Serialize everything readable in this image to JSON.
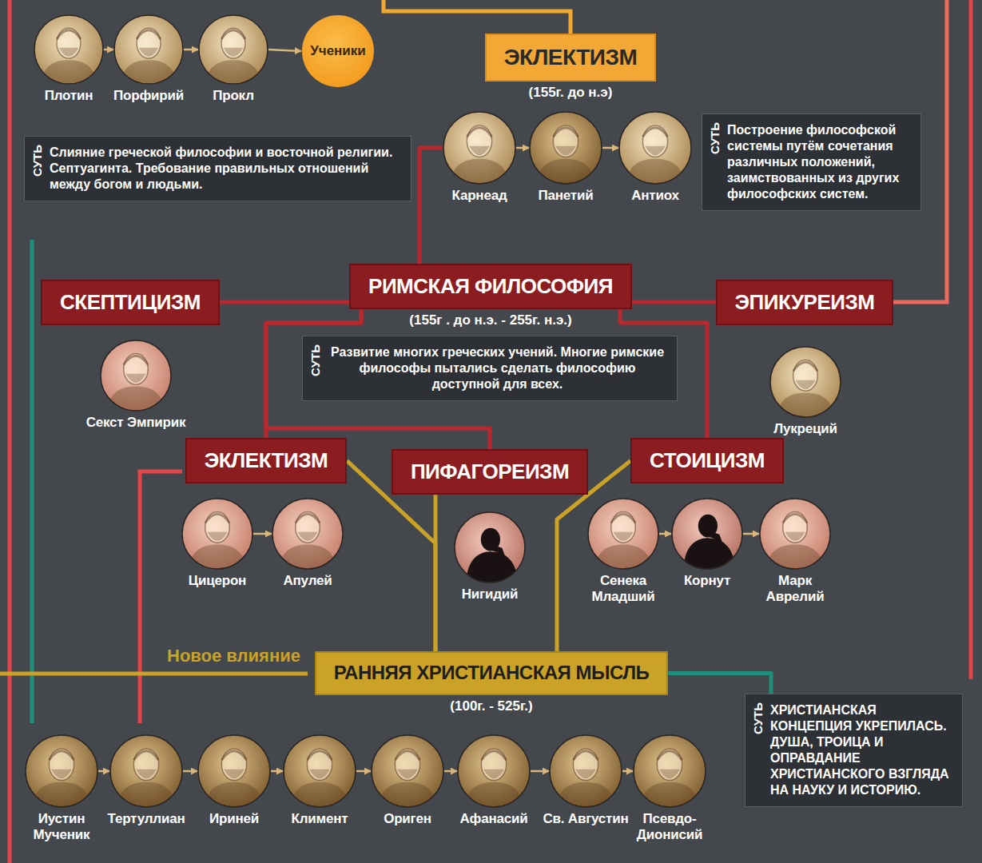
{
  "diagram": {
    "nodes": [
      {
        "text": [
          "Плотин"
        ]
      },
      {
        "text": [
          "Порфирий"
        ]
      },
      {
        "text": [
          "Прокл"
        ]
      },
      {
        "text": [
          "Ученики"
        ]
      },
      {
        "text": [
          "ЭКЛЕКТИЗМ",
          "(155г. до н.э)"
        ]
      },
      {
        "text": [
          "СУТЬ",
          "Слияние греческой философии и восточной религии. Септуагинта. Требование правильных отношений между богом и людьми."
        ]
      },
      {
        "text": [
          "Карнеад"
        ]
      },
      {
        "text": [
          "Панетий"
        ]
      },
      {
        "text": [
          "Антиох"
        ]
      },
      {
        "text": [
          "СУТЬ",
          "Построение философской системы путём сочетания различных положений, заимствованных из других философских систем."
        ]
      },
      {
        "text": [
          "РИМСКАЯ ФИЛОСОФИЯ",
          "(155г . до н.э. - 255г. н.э.)"
        ]
      },
      {
        "text": [
          "СКЕПТИЦИЗМ"
        ]
      },
      {
        "text": [
          "ЭПИКУРЕИЗМ"
        ]
      },
      {
        "text": [
          "СУТЬ",
          "Развитие многих греческих учений. Многие римские философы пытались сделать философию доступной для всех."
        ]
      },
      {
        "text": [
          "Секст Эмпирик"
        ]
      },
      {
        "text": [
          "Лукреций"
        ]
      },
      {
        "text": [
          "ЭКЛЕКТИЗМ"
        ]
      },
      {
        "text": [
          "ПИФАГОРЕИЗМ"
        ]
      },
      {
        "text": [
          "СТОИЦИЗМ"
        ]
      },
      {
        "text": [
          "Цицерон"
        ]
      },
      {
        "text": [
          "Апулей"
        ]
      },
      {
        "text": [
          "Нигидий"
        ]
      },
      {
        "text": [
          "Сенека Младший"
        ]
      },
      {
        "text": [
          "Корнут"
        ]
      },
      {
        "text": [
          "Марк Аврелий"
        ]
      },
      {
        "text": [
          "РАННЯЯ ХРИСТИАНСКАЯ МЫСЛЬ",
          "(100г. - 525г.)"
        ]
      },
      {
        "text": [
          "СУТЬ",
          "ХРИСТИАНСКАЯ КОНЦЕПЦИЯ УКРЕПИЛАСЬ. ДУША, ТРОИЦА И ОПРАВДАНИЕ ХРИСТИАНСКОГО ВЗГЛЯДА НА НАУКУ И ИСТОРИЮ."
        ]
      },
      {
        "text": [
          "Иустин Мученик"
        ]
      },
      {
        "text": [
          "Тертуллиан"
        ]
      },
      {
        "text": [
          "Ириней"
        ]
      },
      {
        "text": [
          "Климент"
        ]
      },
      {
        "text": [
          "Ориген"
        ]
      },
      {
        "text": [
          "Афанасий"
        ]
      },
      {
        "text": [
          "Св. Августин"
        ]
      },
      {
        "text": [
          "Псевдо-Дионисий"
        ]
      }
    ],
    "edges": [
      {
        "from": 0,
        "to": 1,
        "arrow": "to"
      },
      {
        "from": 1,
        "to": 2,
        "arrow": "to"
      },
      {
        "from": 2,
        "to": 3,
        "arrow": "to"
      },
      {
        "from": 6,
        "to": 7,
        "arrow": "to"
      },
      {
        "from": 7,
        "to": 8,
        "arrow": "to"
      },
      {
        "from": 10,
        "to": 6,
        "arrow": "none"
      },
      {
        "from": 10,
        "to": 11,
        "arrow": "none"
      },
      {
        "from": 10,
        "to": 12,
        "arrow": "none"
      },
      {
        "from": 10,
        "to": 16,
        "arrow": "none"
      },
      {
        "from": 10,
        "to": 17,
        "arrow": "none"
      },
      {
        "from": 10,
        "to": 18,
        "arrow": "none"
      },
      {
        "from": 19,
        "to": 20,
        "arrow": "to"
      },
      {
        "from": 22,
        "to": 23,
        "arrow": "to"
      },
      {
        "from": 23,
        "to": 24,
        "arrow": "to"
      },
      {
        "from": 16,
        "to": 25,
        "arrow": "none"
      },
      {
        "from": 17,
        "to": 25,
        "arrow": "none"
      },
      {
        "from": 18,
        "to": 25,
        "arrow": "none"
      },
      {
        "from": 25,
        "to": 26,
        "arrow": "none"
      },
      {
        "from": 27,
        "to": 28,
        "arrow": "to"
      },
      {
        "from": 28,
        "to": 29,
        "arrow": "to"
      },
      {
        "from": 29,
        "to": 30,
        "arrow": "to"
      },
      {
        "from": 30,
        "to": 31,
        "arrow": "to"
      },
      {
        "from": 31,
        "to": 32,
        "arrow": "to"
      },
      {
        "from": 32,
        "to": 33,
        "arrow": "to"
      },
      {
        "from": 33,
        "to": 34,
        "arrow": "to"
      }
    ],
    "labels": [
      "Новое влияние"
    ]
  }
}
